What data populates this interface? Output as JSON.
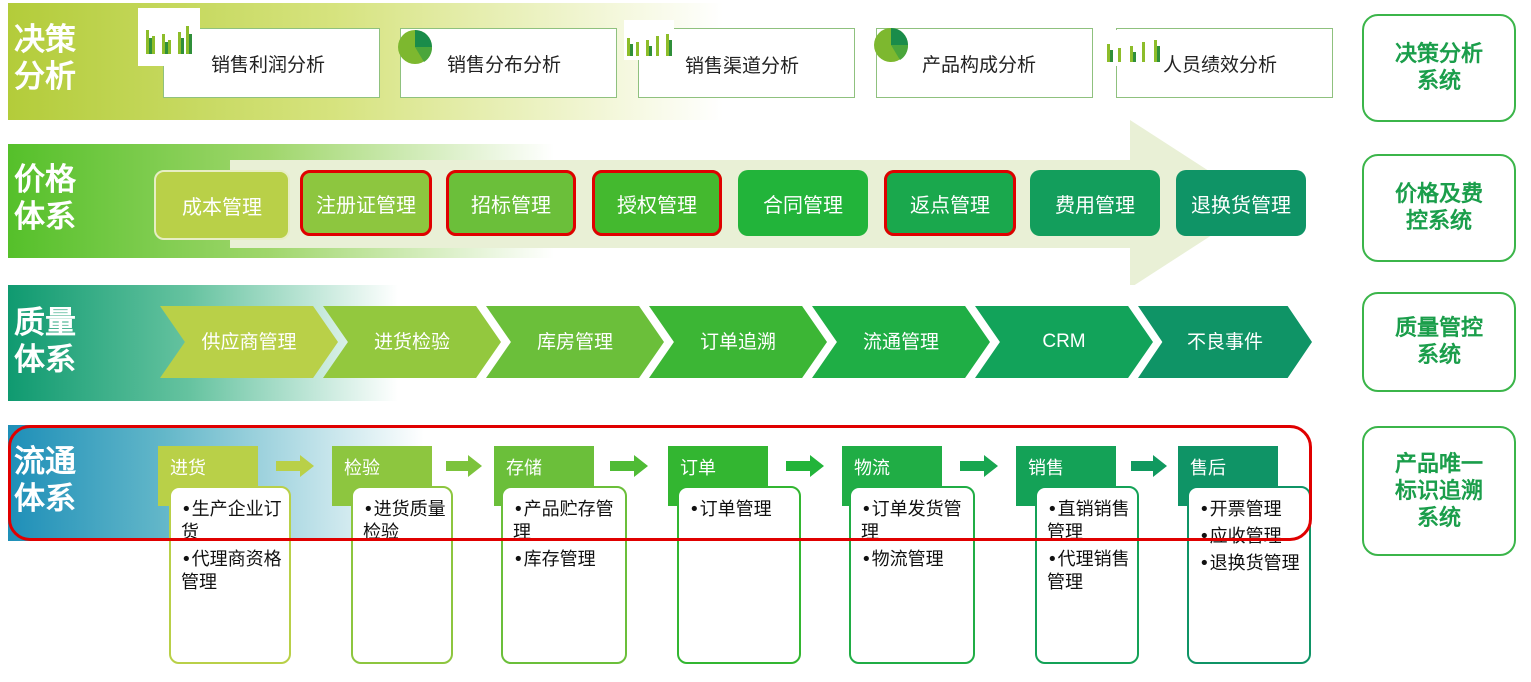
{
  "rows": {
    "decision": {
      "label_line1": "决策",
      "label_line2": "分析"
    },
    "price": {
      "label_line1": "价格",
      "label_line2": "体系"
    },
    "quality": {
      "label_line1": "质量",
      "label_line2": "体系"
    },
    "flow": {
      "label_line1": "流通",
      "label_line2": "体系"
    }
  },
  "decision_items": [
    "销售利润分析",
    "销售分布分析",
    "销售渠道分析",
    "产品构成分析",
    "人员绩效分析"
  ],
  "price_items": [
    "成本管理",
    "注册证管理",
    "招标管理",
    "授权管理",
    "合同管理",
    "返点管理",
    "费用管理",
    "退换货管理"
  ],
  "quality_items": [
    "供应商管理",
    "进货检验",
    "库房管理",
    "订单追溯",
    "流通管理",
    "CRM",
    "不良事件"
  ],
  "flow_steps": [
    {
      "tab": "进货",
      "items": [
        "•生产企业订货",
        "•代理商资格管理"
      ]
    },
    {
      "tab": "检验",
      "items": [
        "•进货质量检验"
      ]
    },
    {
      "tab": "存储",
      "items": [
        "•产品贮存管理",
        "•库存管理"
      ]
    },
    {
      "tab": "订单",
      "items": [
        "•订单管理"
      ]
    },
    {
      "tab": "物流",
      "items": [
        "•订单发货管理",
        "•物流管理"
      ]
    },
    {
      "tab": "销售",
      "items": [
        "•直销销售管理",
        "•代理销售管理"
      ]
    },
    {
      "tab": "售后",
      "items": [
        "•开票管理",
        "•应收管理",
        "•退换货管理"
      ]
    }
  ],
  "systems": [
    {
      "line1": "决策分析",
      "line2": "系统"
    },
    {
      "line1": "价格及费",
      "line2": "控系统"
    },
    {
      "line1": "质量管控",
      "line2": "系统"
    },
    {
      "line1": "产品唯一",
      "line2": "标识追溯",
      "line3": "系统"
    }
  ],
  "colors": {
    "accent_red": "#e00000",
    "green_light": "#b5cf3b",
    "green_mid": "#3dbb2e",
    "green_dark": "#12a064",
    "teal": "#0f8f7a",
    "blue": "#2196b5"
  }
}
